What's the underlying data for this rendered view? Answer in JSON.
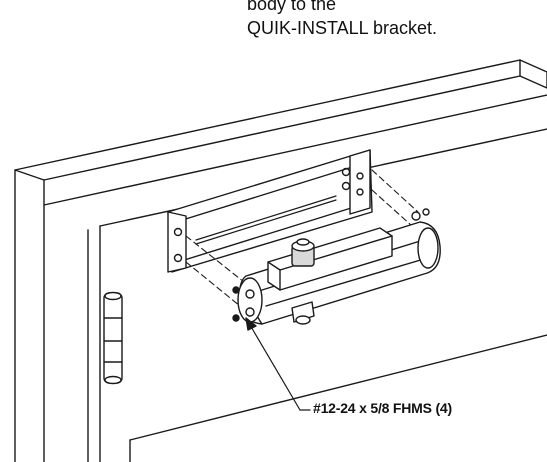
{
  "caption": {
    "line1": "body to the",
    "line2": "QUIK-INSTALL bracket."
  },
  "callout": {
    "label": "#12-24 x 5/8 FHMS (4)"
  },
  "colors": {
    "line": "#1a1a1a",
    "fill": "#ffffff",
    "shade": "#d9d9d9"
  }
}
